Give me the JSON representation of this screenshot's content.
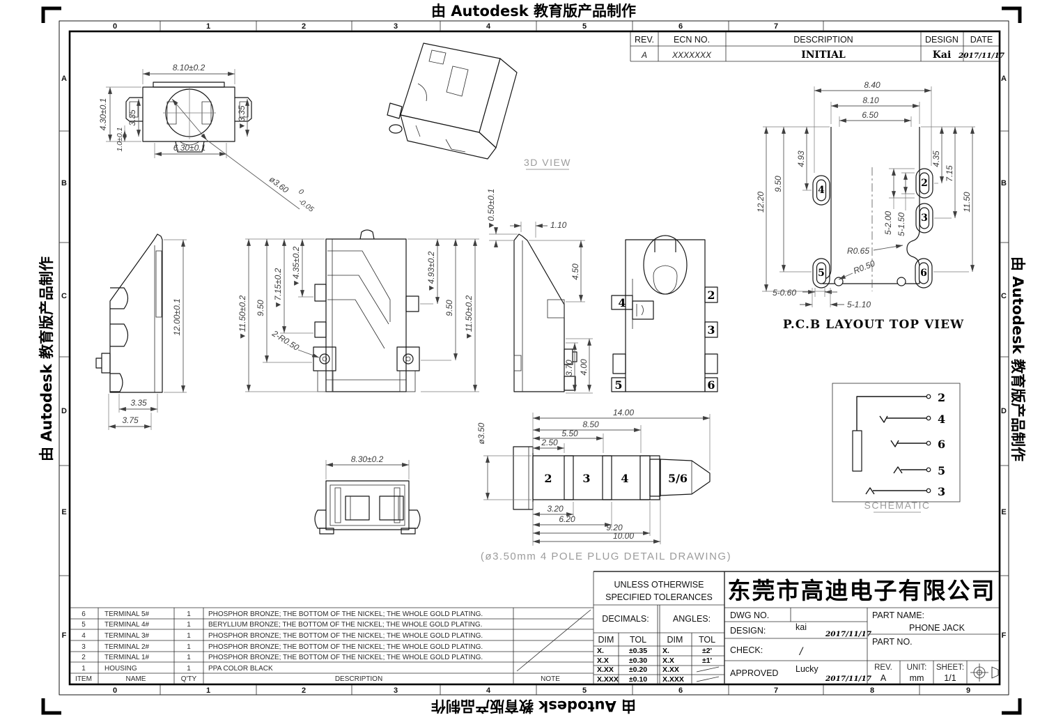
{
  "banners": {
    "top": "由 Autodesk 教育版产品制作",
    "bottom": "由 Autodesk 教育版产品制作",
    "left": "由 Autodesk 教育版产品制作",
    "right": "由 Autodesk 教育版产品制作"
  },
  "grid": {
    "cols": [
      "0",
      "1",
      "2",
      "3",
      "4",
      "5",
      "6",
      "7",
      "8",
      "9"
    ],
    "rows": [
      "A",
      "B",
      "C",
      "D",
      "E",
      "F"
    ]
  },
  "rev_table": {
    "h_rev": "REV.",
    "h_ecn": "ECN NO.",
    "h_desc": "DESCRIPTION",
    "h_design": "DESIGN",
    "h_date": "DATE",
    "rev": "A",
    "ecn": "XXXXXXX",
    "desc": "INITIAL",
    "design": "Kai",
    "date": "2017/11/17"
  },
  "labels": {
    "view3d": "3D VIEW",
    "pcb": "P.C.B LAYOUT TOP VIEW",
    "schematic": "SCHEMATIC",
    "plug": "(ø3.50mm 4 POLE PLUG DETAIL DRAWING)"
  },
  "front_view": {
    "dim_top": "8.10±0.2",
    "dim_h": "4.30±0.1",
    "dim_inner": "3.35",
    "dim_lip": "1.0±0.1",
    "dim_bottom": "6.30±0.1",
    "dim_right": "▼3.35",
    "dia": "ø3.60",
    "dia_hi": "0",
    "dia_lo": "-0.05"
  },
  "side_view": {
    "dim_h": "12.00±0.1",
    "dim_w1": "3.35",
    "dim_w2": "3.75"
  },
  "section_view": {
    "d1": "▼11.50±0.2",
    "d2": "9.50",
    "d3": "▼7.15±0.2",
    "d4": "▼4.35±0.2",
    "radius": "2-R0.50",
    "d5": "▼4.93±0.2",
    "d6": "9.50",
    "d7": "▼11.50±0.2"
  },
  "right_view": {
    "d_top": "▼0.50±0.1",
    "d_off": "1.10",
    "d_depth": "4.50",
    "d_pin": "3.70",
    "d_pin2": "4.00"
  },
  "back_view": {
    "pads": [
      "4",
      "2",
      "3",
      "5",
      "6"
    ]
  },
  "pcb": {
    "d_w1": "8.40",
    "d_w2": "8.10",
    "d_w3": "6.50",
    "d_l1": "12.20",
    "d_l2": "9.50",
    "d_l3": "4.93",
    "d_m1": "5-2.00",
    "d_m2": "5-1.50",
    "d_r1": "4.35",
    "d_r2": "7.15",
    "d_r3": "11.50",
    "r1": "R0.65",
    "r2": "R0.50",
    "b1": "5-0.60",
    "b2": "5-1.10",
    "pads": [
      "4",
      "2",
      "3",
      "5",
      "6"
    ]
  },
  "bottom_view": {
    "dim": "8.30±0.2"
  },
  "plug": {
    "dia": "ø3.50",
    "t1": "14.00",
    "t2": "8.50",
    "t3": "5.50",
    "t4": "2.50",
    "b1": "3.20",
    "b2": "6.20",
    "b3": "9.20",
    "b4": "10.00",
    "segs": [
      "2",
      "3",
      "4",
      "5/6"
    ]
  },
  "schematic": {
    "pins": [
      "2",
      "4",
      "6",
      "5",
      "3"
    ]
  },
  "parts_table": {
    "headers": [
      "ITEM",
      "NAME",
      "Q'TY",
      "DESCRIPTION",
      "NOTE"
    ],
    "rows": [
      [
        "6",
        "TERMINAL 5#",
        "1",
        "PHOSPHOR BRONZE; THE BOTTOM OF THE NICKEL; THE WHOLE GOLD PLATING."
      ],
      [
        "5",
        "TERMINAL 4#",
        "1",
        "BERYLLIUM BRONZE; THE BOTTOM OF THE NICKEL; THE WHOLE GOLD PLATING."
      ],
      [
        "4",
        "TERMINAL 3#",
        "1",
        "PHOSPHOR BRONZE; THE BOTTOM OF THE NICKEL; THE WHOLE GOLD PLATING."
      ],
      [
        "3",
        "TERMINAL 2#",
        "1",
        "PHOSPHOR BRONZE; THE BOTTOM OF THE NICKEL; THE WHOLE GOLD PLATING."
      ],
      [
        "2",
        "TERMINAL 1#",
        "1",
        "PHOSPHOR BRONZE; THE BOTTOM OF THE NICKEL; THE WHOLE GOLD PLATING."
      ],
      [
        "1",
        "HOUSING",
        "1",
        "PPA  COLOR BLACK"
      ]
    ]
  },
  "title": {
    "tol1": "UNLESS OTHERWISE",
    "tol2": "SPECIFIED TOLERANCES",
    "decimals": "DECIMALS:",
    "angles": "ANGLES:",
    "dim": "DIM",
    "tol": "TOL",
    "dec_rows": [
      [
        "X.",
        "±0.35"
      ],
      [
        "X.X",
        "±0.30"
      ],
      [
        "X.XX",
        "±0.20"
      ],
      [
        "X.XXX",
        "±0.10"
      ]
    ],
    "ang_rows": [
      [
        "X.",
        "±2'"
      ],
      [
        "X.X",
        "±1'"
      ],
      [
        "X.XX",
        ""
      ],
      [
        "X.XXX",
        ""
      ]
    ],
    "company": "东莞市高迪电子有限公司",
    "dwg": "DWG NO.",
    "design": "DESIGN:",
    "design_v": "kai",
    "design_d": "2017/11/17",
    "check": "CHECK:",
    "check_v": "/",
    "approved": "APPROVED",
    "approved_v": "Lucky",
    "approved_d": "2017/11/17",
    "part_name": "PART NAME:",
    "part_name_v": "PHONE JACK",
    "part_no": "PART NO.",
    "rev": "REV.",
    "rev_v": "A",
    "unit": "UNIT:",
    "unit_v": "mm",
    "sheet": "SHEET:",
    "sheet_v": "1/1"
  }
}
